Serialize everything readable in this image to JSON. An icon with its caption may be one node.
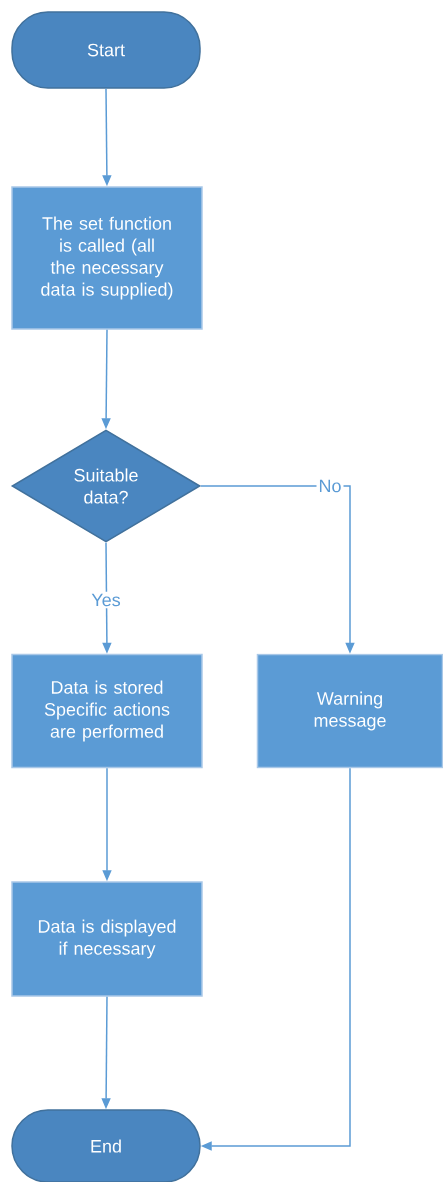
{
  "diagram": {
    "nodes": [
      {
        "text": [
          "Start"
        ]
      },
      {
        "text": [
          "The set function is called (all the necessary data is supplied)"
        ]
      },
      {
        "text": [
          "Suitable data?"
        ]
      },
      {
        "text": [
          "Data is stored Specific actions are performed"
        ]
      },
      {
        "text": [
          "Warning message"
        ]
      },
      {
        "text": [
          "Data is displayed if necessary"
        ]
      },
      {
        "text": [
          "End"
        ]
      }
    ],
    "edges": [
      {
        "from": 0,
        "to": 1,
        "arrow": "to"
      },
      {
        "from": 1,
        "to": 2,
        "arrow": "to"
      },
      {
        "from": 2,
        "to": 3,
        "arrow": "to",
        "label": "Yes"
      },
      {
        "from": 2,
        "to": 4,
        "arrow": "to",
        "label": "No"
      },
      {
        "from": 3,
        "to": 5,
        "arrow": "to"
      },
      {
        "from": 5,
        "to": 6,
        "arrow": "to"
      },
      {
        "from": 4,
        "to": 6,
        "arrow": "to"
      }
    ]
  }
}
